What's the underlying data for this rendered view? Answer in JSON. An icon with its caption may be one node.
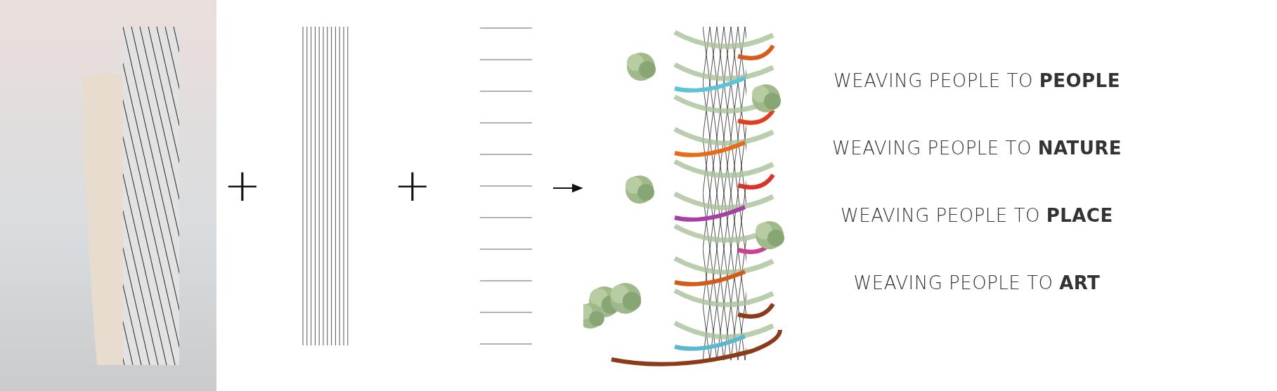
{
  "diagram": {
    "nodes": [
      {
        "text": [],
        "shape": "picture"
      },
      {
        "text": [],
        "shape": "picture"
      },
      {
        "text": [],
        "shape": "picture"
      },
      {
        "text": [],
        "shape": "picture"
      }
    ],
    "edges": [
      {
        "from": 2,
        "to": 3,
        "arrow": "to"
      }
    ],
    "labels": [
      "+",
      "+",
      "WEAVING PEOPLE TO **PEOPLE**",
      "WEAVING PEOPLE TO **NATURE**",
      "WEAVING PEOPLE TO **PLACE**",
      "WEAVING PEOPLE TO **ART**"
    ]
  }
}
